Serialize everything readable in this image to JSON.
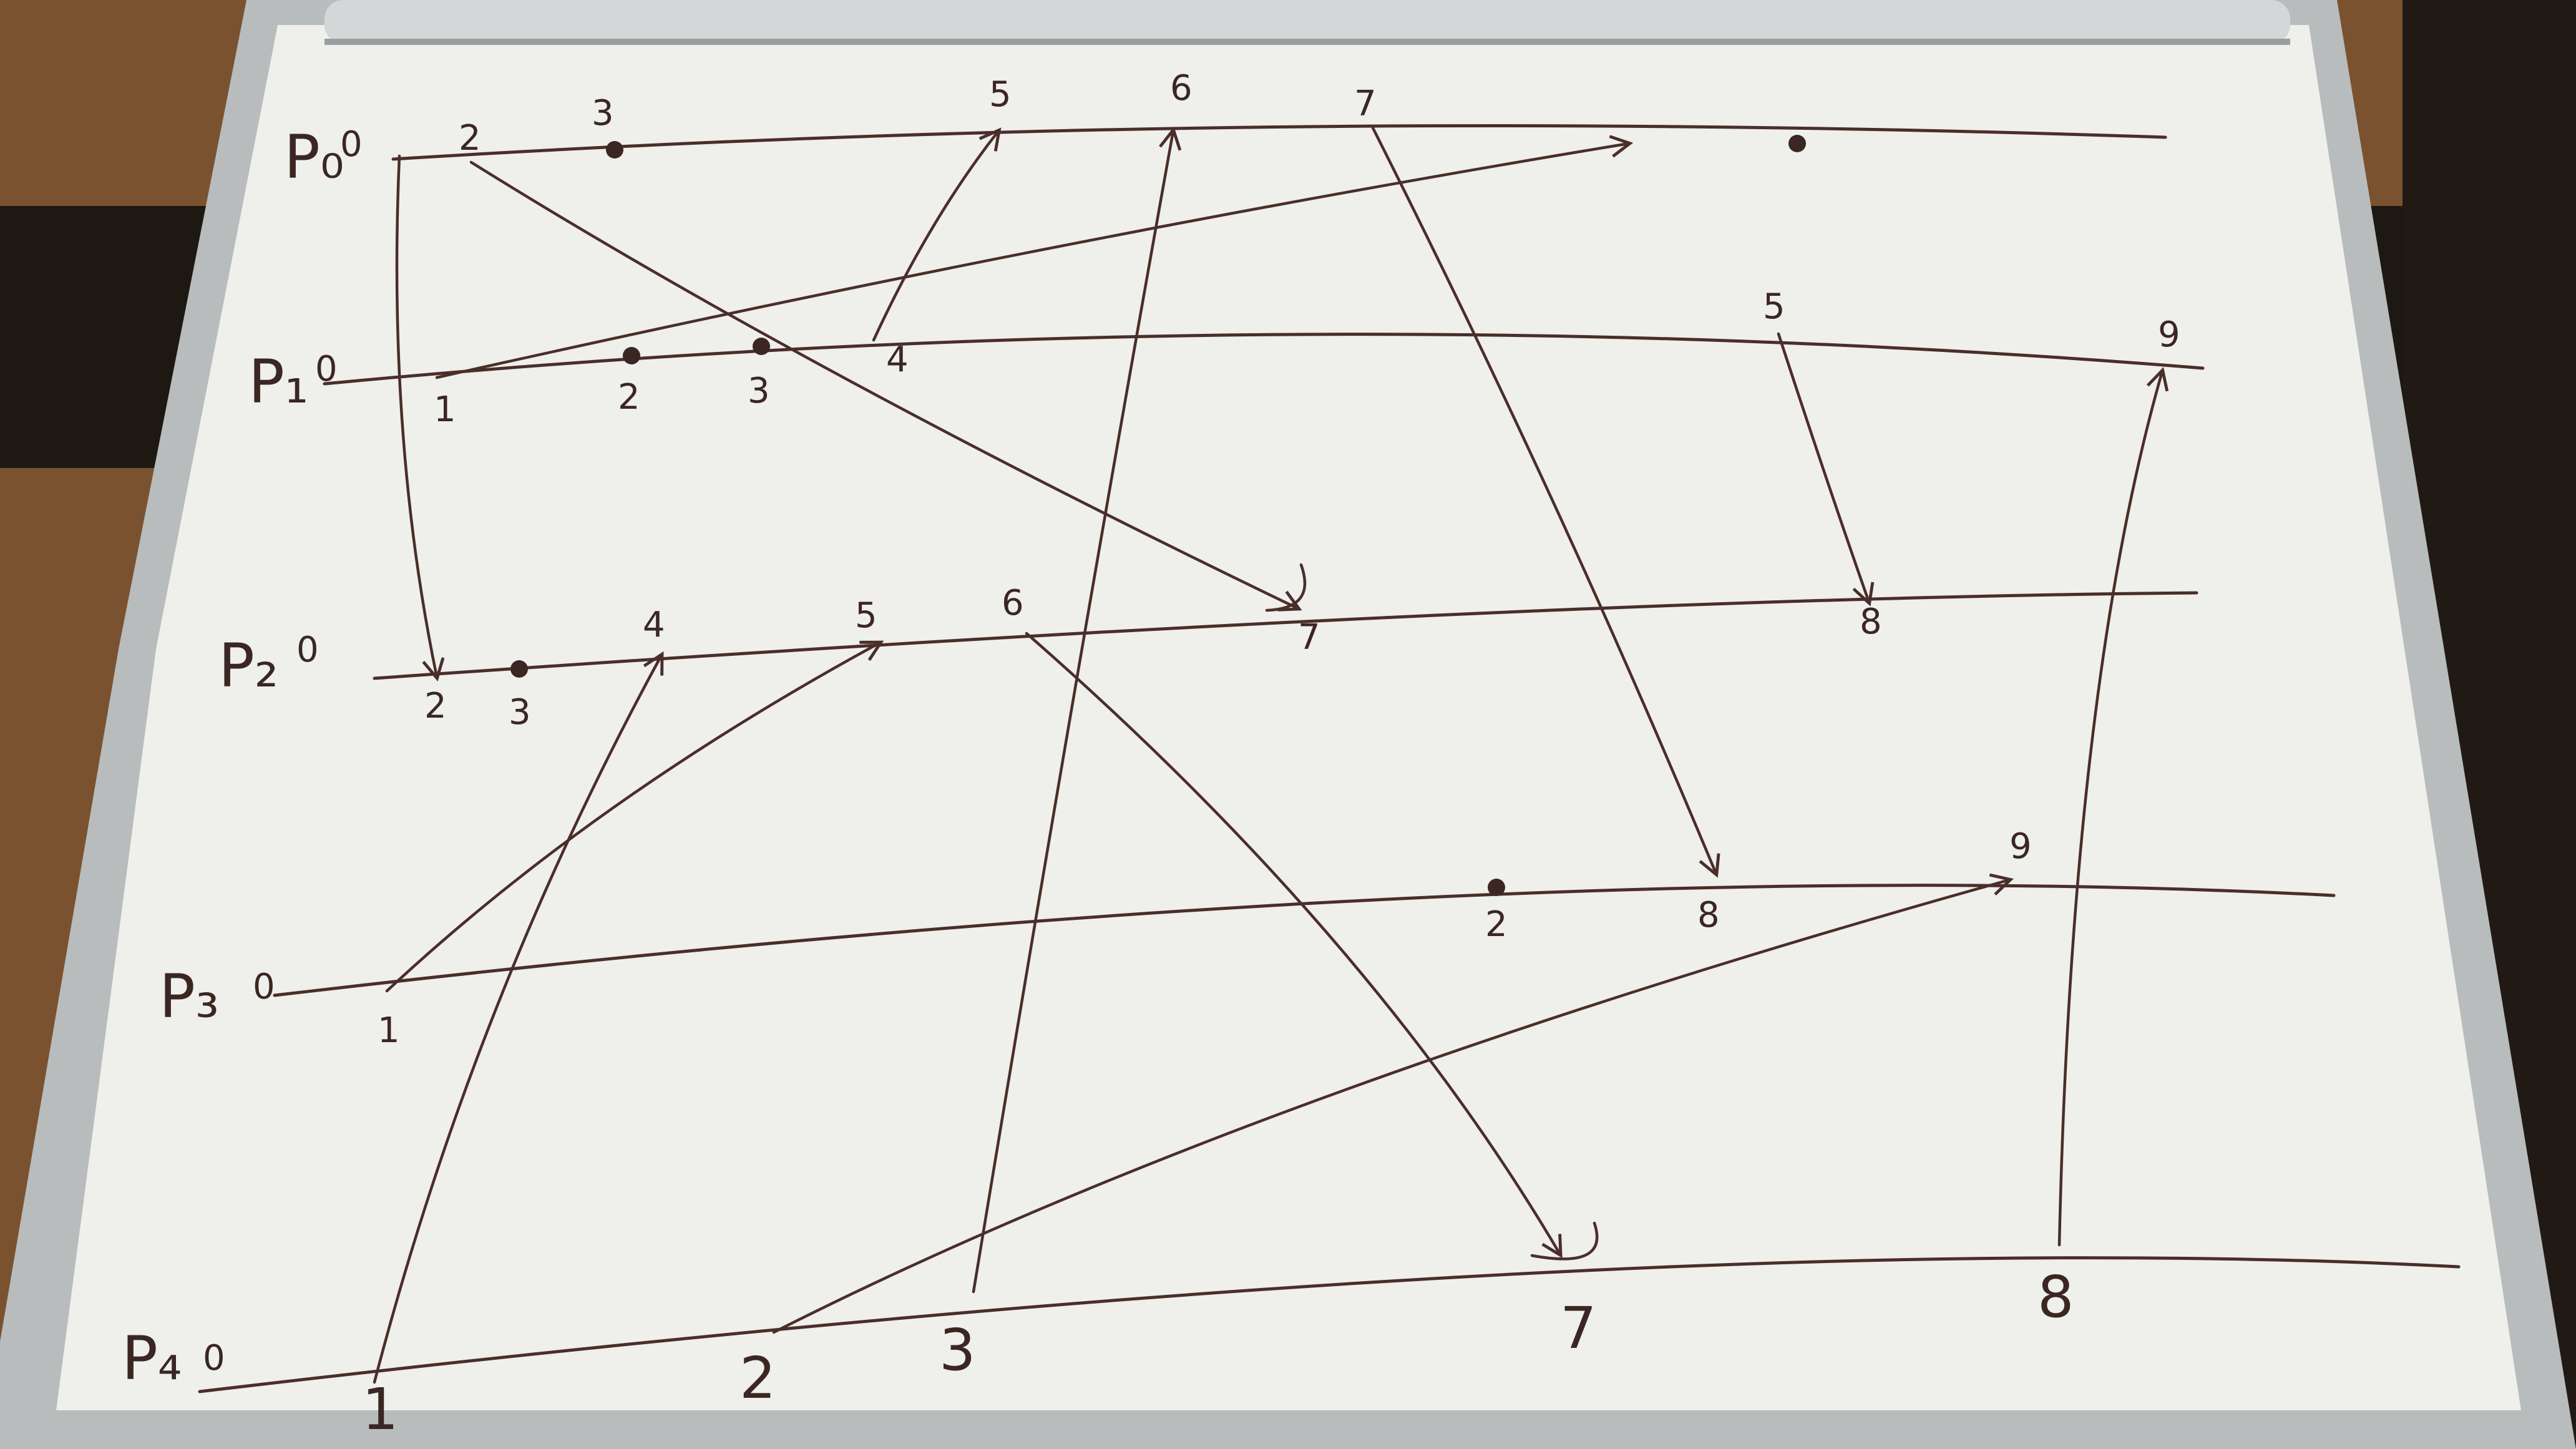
{
  "diagram": {
    "ink_color": "#4a2e2a",
    "board_color": "#efefec",
    "frame_color": "#b8bcbc",
    "desk_color": "#7a5230",
    "processes": [
      {
        "id": "p0",
        "label": "P₀",
        "start": "0"
      },
      {
        "id": "p1",
        "label": "P₁",
        "start": "0"
      },
      {
        "id": "p2",
        "label": "P₂",
        "start": "0"
      },
      {
        "id": "p3",
        "label": "P₃",
        "start": "0"
      },
      {
        "id": "p4",
        "label": "P₄",
        "start": "0"
      }
    ],
    "event_labels": [
      {
        "id": "p0-e2",
        "text": "2"
      },
      {
        "id": "p0-e3",
        "text": "3"
      },
      {
        "id": "p0-e5",
        "text": "5"
      },
      {
        "id": "p0-e6",
        "text": "6"
      },
      {
        "id": "p0-e7",
        "text": "7"
      },
      {
        "id": "p1-e1",
        "text": "1"
      },
      {
        "id": "p1-e2",
        "text": "2"
      },
      {
        "id": "p1-e3",
        "text": "3"
      },
      {
        "id": "p1-e4",
        "text": "4"
      },
      {
        "id": "p1-e5",
        "text": "5"
      },
      {
        "id": "p1-e9",
        "text": "9"
      },
      {
        "id": "p2-e2",
        "text": "2"
      },
      {
        "id": "p2-e3",
        "text": "3"
      },
      {
        "id": "p2-e4",
        "text": "4"
      },
      {
        "id": "p2-e5",
        "text": "5"
      },
      {
        "id": "p2-e6",
        "text": "6"
      },
      {
        "id": "p2-e7",
        "text": "7"
      },
      {
        "id": "p2-e8",
        "text": "8"
      },
      {
        "id": "p3-e1",
        "text": "1"
      },
      {
        "id": "p3-e2",
        "text": "2"
      },
      {
        "id": "p3-e8",
        "text": "8"
      },
      {
        "id": "p3-e9",
        "text": "9"
      },
      {
        "id": "p4-e1",
        "text": "1"
      },
      {
        "id": "p4-e2",
        "text": "2"
      },
      {
        "id": "p4-e3",
        "text": "3"
      },
      {
        "id": "p4-e7",
        "text": "7"
      },
      {
        "id": "p4-e8",
        "text": "8"
      }
    ]
  }
}
